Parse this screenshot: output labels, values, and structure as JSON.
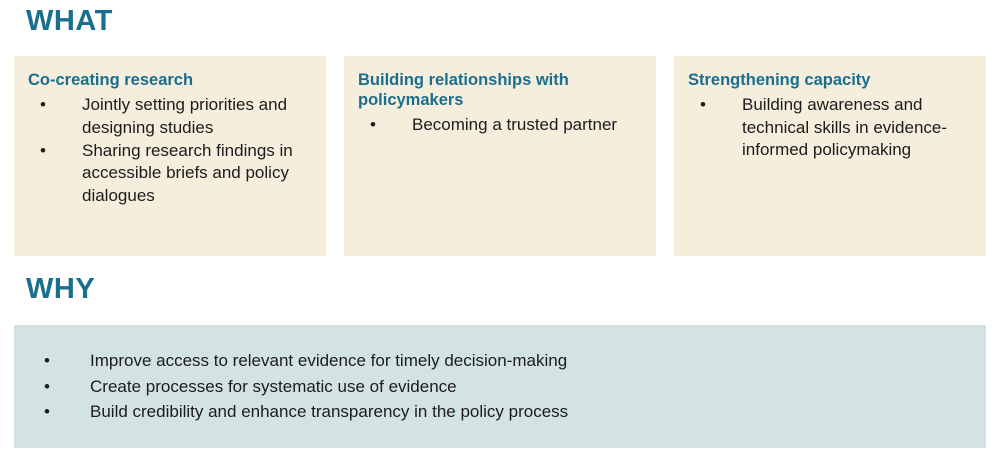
{
  "colors": {
    "heading_teal": "#1a6e8e",
    "card_cream": "#f5eedd",
    "why_panel_blue": "#d3e3e3",
    "body_text": "#1c1c1c",
    "page_background": "#ffffff"
  },
  "what": {
    "heading": "WHAT",
    "cards": [
      {
        "title": "Co-creating research",
        "bullets": [
          "Jointly setting priorities and designing studies",
          "Sharing research findings in accessible briefs and policy dialogues"
        ]
      },
      {
        "title": "Building relationships with policymakers",
        "bullets": [
          "Becoming a trusted partner"
        ]
      },
      {
        "title": "Strengthening capacity",
        "bullets": [
          "Building awareness and technical skills in evidence-informed policymaking"
        ]
      }
    ]
  },
  "why": {
    "heading": "WHY",
    "bullets": [
      "Improve access to relevant evidence for timely decision-making",
      "Create processes for systematic use of evidence",
      "Build credibility and enhance transparency in the policy process"
    ]
  },
  "bullet_glyph": "•"
}
